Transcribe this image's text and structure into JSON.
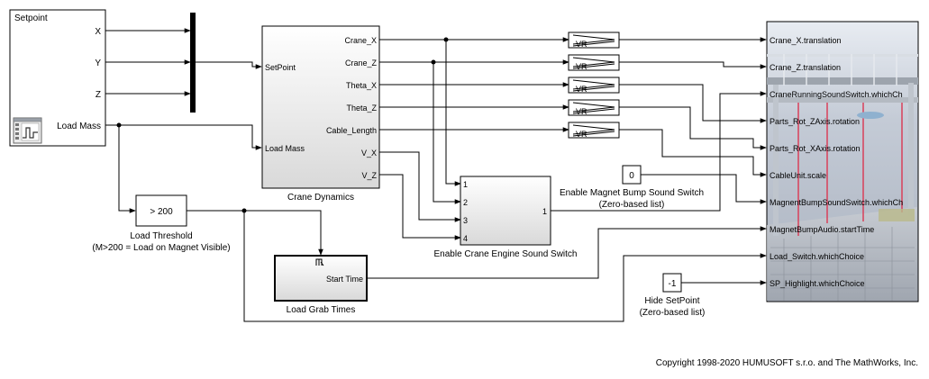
{
  "setpoint": {
    "title": "Setpoint",
    "ports": [
      "X",
      "Y",
      "Z",
      "Load Mass"
    ]
  },
  "crane_dynamics": {
    "name": "Crane Dynamics",
    "inputs": [
      "SetPoint",
      "Load Mass"
    ],
    "outputs": [
      "Crane_X",
      "Crane_Z",
      "Theta_X",
      "Theta_Z",
      "Cable_Length",
      "V_X",
      "V_Z"
    ]
  },
  "threshold": {
    "value": "> 200",
    "name_line1": "Load Threshold",
    "name_line2": "(M>200 = Load on Magnet Visible)"
  },
  "load_grab": {
    "name": "Load Grab Times",
    "output": "Start Time"
  },
  "engine_switch": {
    "name": "Enable Crane Engine Sound Switch",
    "inputs": [
      "1",
      "2",
      "3",
      "4"
    ],
    "output": "1"
  },
  "vr_label": "VR",
  "magnet_const": {
    "value": "0",
    "name_line1": "Enable Magnet Bump Sound Switch",
    "name_line2": "(Zero-based list)"
  },
  "hide_const": {
    "value": "-1",
    "name_line1": "Hide SetPoint",
    "name_line2": "(Zero-based list)"
  },
  "vr_sink": {
    "inputs": [
      "Crane_X.translation",
      "Crane_Z.translation",
      "CraneRunningSoundSwitch.whichCh",
      "Parts_Rot_ZAxis.rotation",
      "Parts_Rot_XAxis.rotation",
      "CableUnit.scale",
      "MagnentBumpSoundSwitch.whichCh",
      "MagnetBumpAudio.startTime",
      "Load_Switch.whichChoice",
      "SP_Highlight.whichChoice"
    ]
  },
  "copyright": "Copyright 1998-2020 HUMUSOFT s.r.o. and The MathWorks, Inc."
}
